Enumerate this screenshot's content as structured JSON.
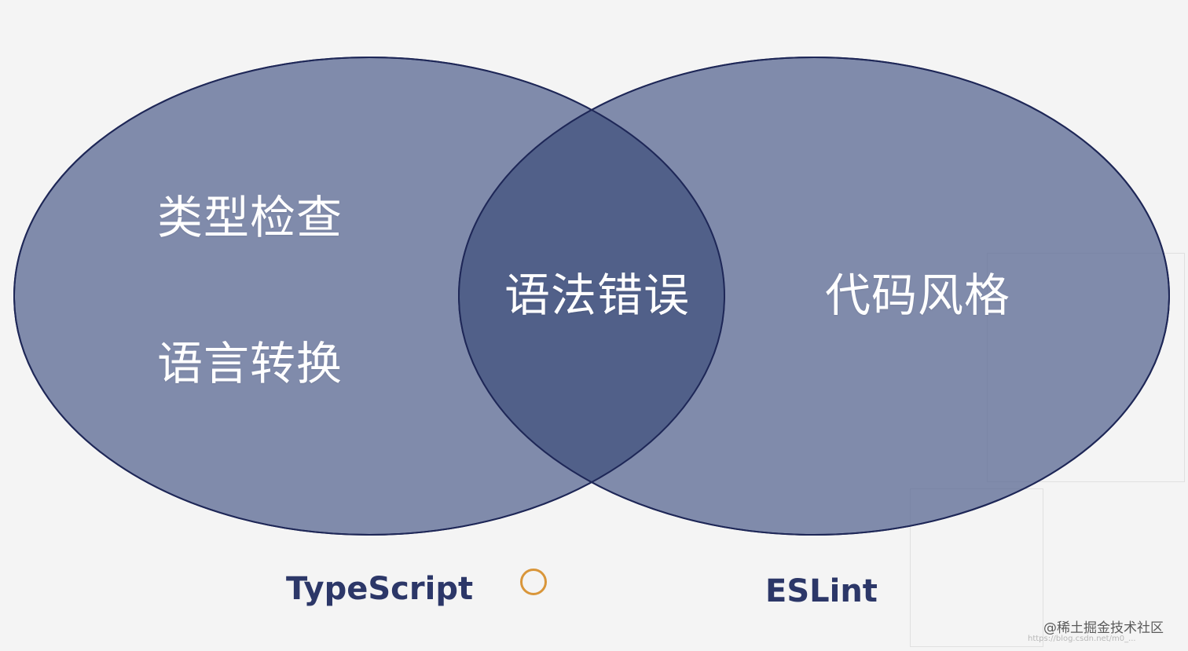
{
  "diagram": {
    "left_circle": {
      "items": [
        "类型检查",
        "语言转换"
      ],
      "name": "TypeScript"
    },
    "intersection": {
      "items": [
        "语法错误"
      ]
    },
    "right_circle": {
      "items": [
        "代码风格"
      ],
      "name": "ESLint"
    },
    "colors": {
      "circle_fill": "#5f6d96",
      "circle_stroke": "#1e2757",
      "intersection_fill": "#505f88",
      "label_text": "#2c3768",
      "ring": "#d9963a",
      "background": "#f4f4f4"
    }
  },
  "watermark": {
    "text": "@稀土掘金技术社区",
    "url": "https://blog.csdn.net/m0_..."
  }
}
